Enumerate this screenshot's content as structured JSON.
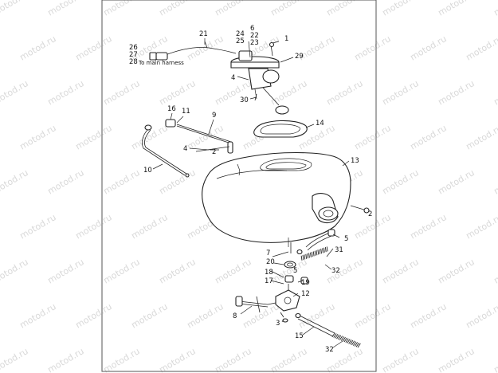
{
  "watermark": "motod.ru",
  "note": "To main harness",
  "callouts": [
    "21",
    "24",
    "25",
    "6",
    "22",
    "23",
    "1",
    "26",
    "27",
    "28",
    "29",
    "4",
    "30",
    "16",
    "11",
    "9",
    "14",
    "4",
    "2",
    "13",
    "10",
    "2",
    "5",
    "7",
    "20",
    "31",
    "5",
    "32",
    "18",
    "17",
    "19",
    "12",
    "8",
    "3",
    "15",
    "32"
  ]
}
